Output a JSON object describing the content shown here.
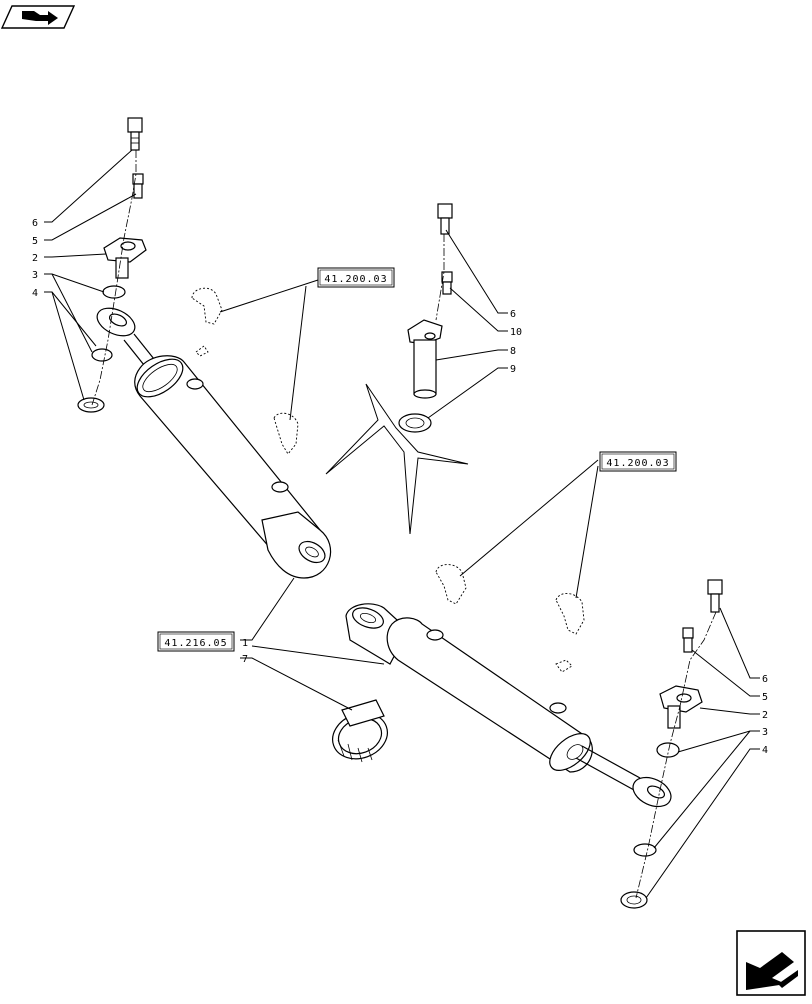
{
  "callouts": [
    {
      "id": "c-6a",
      "text": "6"
    },
    {
      "id": "c-5a",
      "text": "5"
    },
    {
      "id": "c-2a",
      "text": "2"
    },
    {
      "id": "c-3a",
      "text": "3"
    },
    {
      "id": "c-4a",
      "text": "4"
    },
    {
      "id": "c-6b",
      "text": "6"
    },
    {
      "id": "c-10",
      "text": "10"
    },
    {
      "id": "c-8",
      "text": "8"
    },
    {
      "id": "c-9",
      "text": "9"
    },
    {
      "id": "c-1",
      "text": "1"
    },
    {
      "id": "c-7",
      "text": "7"
    },
    {
      "id": "c-6c",
      "text": "6"
    },
    {
      "id": "c-5c",
      "text": "5"
    },
    {
      "id": "c-2c",
      "text": "2"
    },
    {
      "id": "c-3c",
      "text": "3"
    },
    {
      "id": "c-4c",
      "text": "4"
    }
  ],
  "references": [
    {
      "id": "ref-a",
      "text": "41.200.03"
    },
    {
      "id": "ref-b",
      "text": "41.200.03"
    },
    {
      "id": "ref-c",
      "text": "41.216.05"
    }
  ],
  "icons": {
    "top_left": "book-arrow-icon",
    "bottom_right": "next-page-arrow-icon"
  }
}
